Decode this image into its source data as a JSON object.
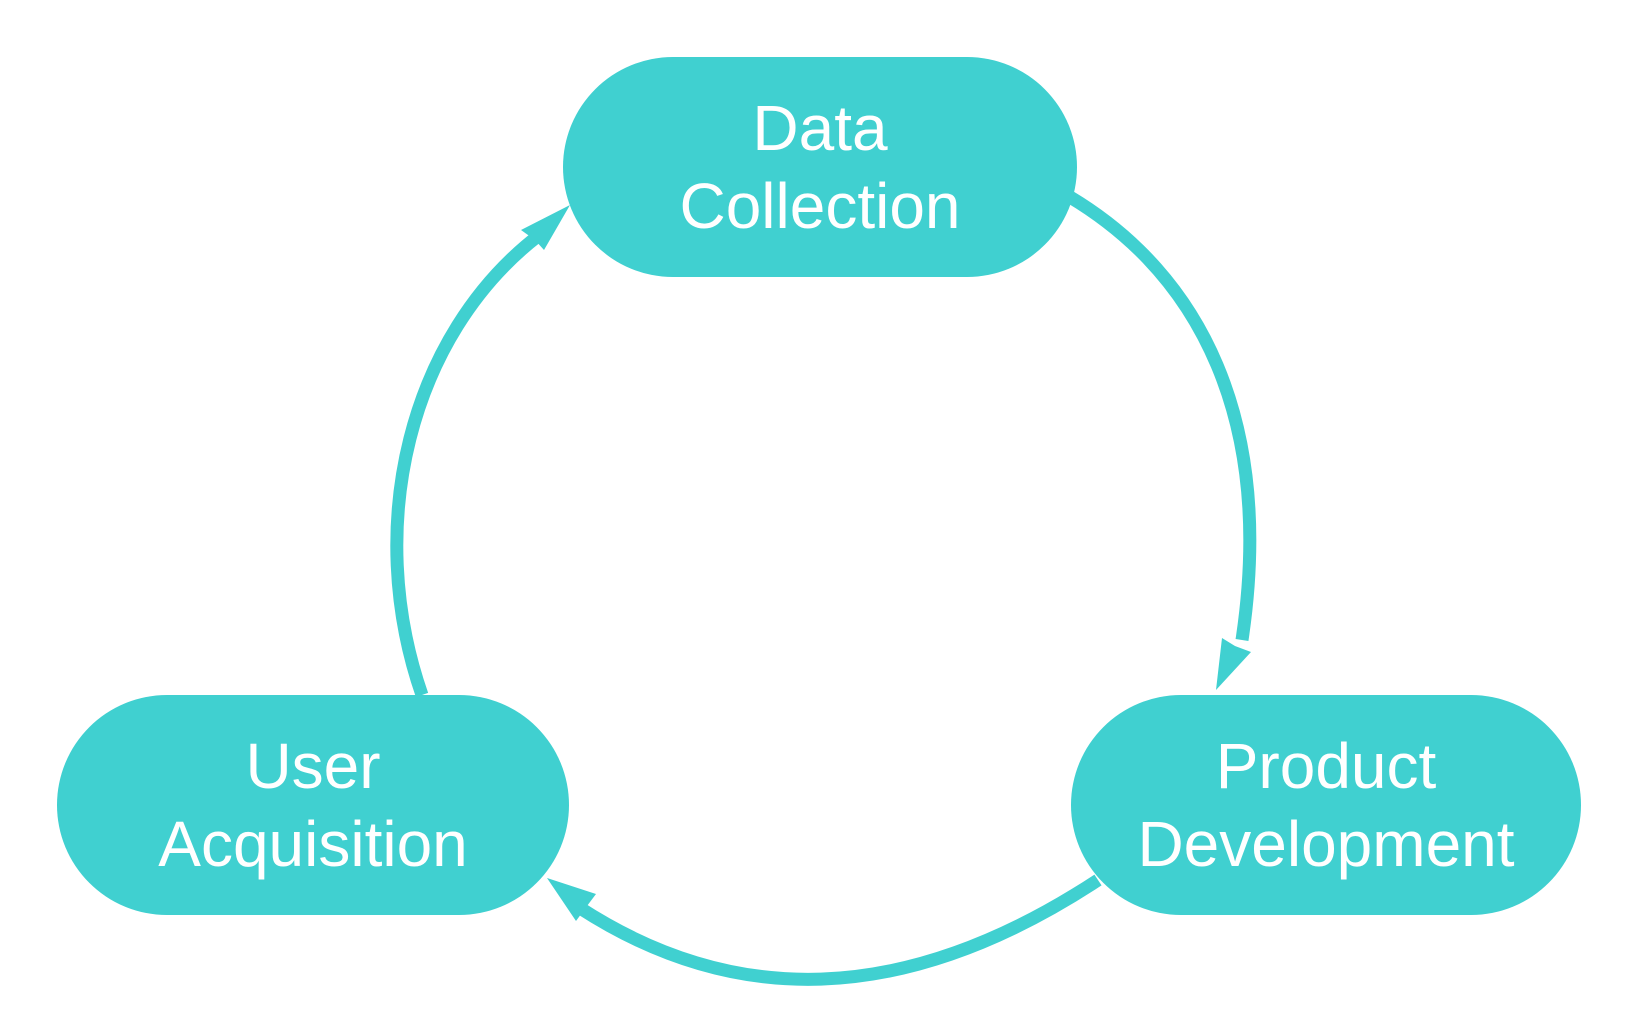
{
  "colors": {
    "accent": "#40d0d0",
    "node_text": "#ffffff",
    "background": "#ffffff"
  },
  "nodes": {
    "data_collection": {
      "line1": "Data",
      "line2": "Collection"
    },
    "product_development": {
      "line1": "Product",
      "line2": "Development"
    },
    "user_acquisition": {
      "line1": "User",
      "line2": "Acquisition"
    }
  },
  "flow": [
    {
      "from": "Data Collection",
      "to": "Product Development"
    },
    {
      "from": "Product Development",
      "to": "User Acquisition"
    },
    {
      "from": "User Acquisition",
      "to": "Data Collection"
    }
  ]
}
